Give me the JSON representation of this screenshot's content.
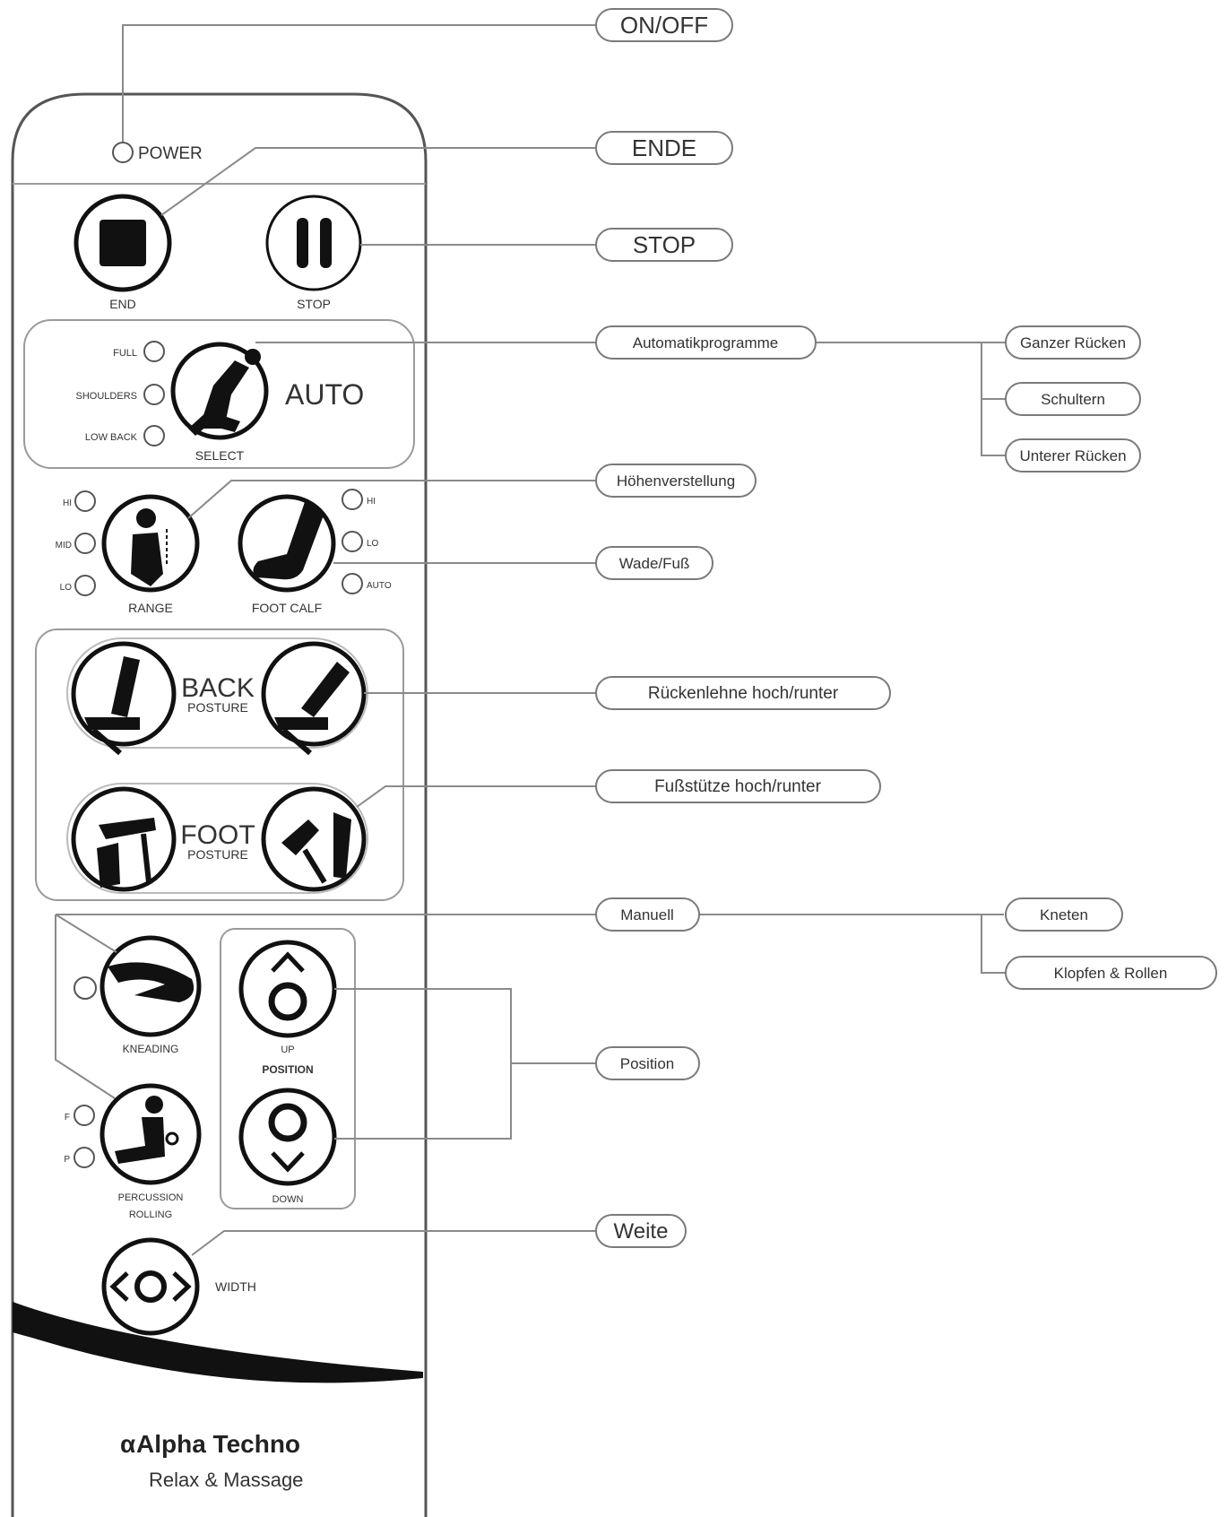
{
  "remote": {
    "power_label": "POWER",
    "end_label": "END",
    "stop_label": "STOP",
    "auto_label": "AUTO",
    "select_label": "SELECT",
    "auto_options": [
      "FULL",
      "SHOULDERS",
      "LOW BACK"
    ],
    "range_label": "RANGE",
    "range_options": [
      "HI",
      "MID",
      "LO"
    ],
    "foot_calf_label": "FOOT CALF",
    "foot_calf_options": [
      "HI",
      "LO",
      "AUTO"
    ],
    "back_label": "BACK",
    "back_sub": "POSTURE",
    "foot_label": "FOOT",
    "foot_sub": "POSTURE",
    "kneading_label": "KNEADING",
    "percussion_label_1": "PERCUSSION",
    "percussion_label_2": "ROLLING",
    "percussion_options": [
      "F",
      "P"
    ],
    "up_label": "UP",
    "position_label": "POSITION",
    "down_label": "DOWN",
    "width_label": "WIDTH",
    "brand_name": "Alpha Techno",
    "brand_tagline": "Relax & Massage"
  },
  "callouts": {
    "on_off": "ON/OFF",
    "ende": "ENDE",
    "stop": "STOP",
    "automatik": "Automatikprogramme",
    "ganzer_ruecken": "Ganzer Rücken",
    "schultern": "Schultern",
    "unterer_ruecken": "Unterer Rücken",
    "hoehen": "Höhenverstellung",
    "wade": "Wade/Fuß",
    "rueckenlehne": "Rückenlehne  hoch/runter",
    "fussstuetze": "Fußstütze hoch/runter",
    "manuell": "Manuell",
    "kneten": "Kneten",
    "klopfen": "Klopfen  & Rollen",
    "position": "Position",
    "weite": "Weite"
  }
}
